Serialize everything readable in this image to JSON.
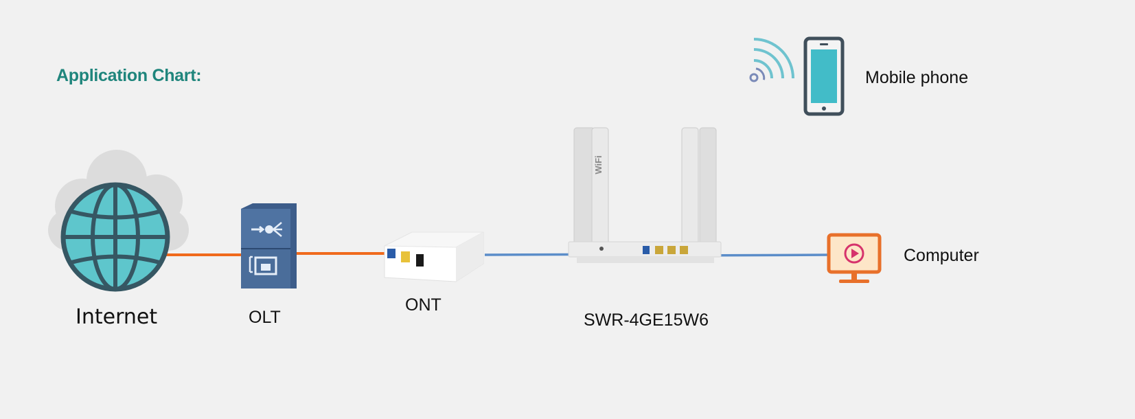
{
  "title": "Application Chart:",
  "colors": {
    "title": "#1f857c",
    "fiber_link": "#f06a1c",
    "ethernet_link": "#5b8dc9",
    "background": "#f1f1f1"
  },
  "nodes": {
    "internet": {
      "label": "Internet",
      "icon": "globe-cloud-icon"
    },
    "olt": {
      "label": "OLT",
      "icon": "olt-device-icon"
    },
    "ont": {
      "label": "ONT",
      "icon": "ont-device-icon"
    },
    "router": {
      "label": "SWR-4GE15W6",
      "icon": "wifi-router-icon",
      "antenna_text": "WiFi"
    },
    "computer": {
      "label": "Computer",
      "icon": "monitor-play-icon"
    },
    "phone": {
      "label": "Mobile phone",
      "icon": "mobile-phone-icon"
    }
  },
  "links": [
    {
      "from": "internet",
      "to": "olt",
      "type": "fiber"
    },
    {
      "from": "olt",
      "to": "ont",
      "type": "fiber"
    },
    {
      "from": "ont",
      "to": "router",
      "type": "ethernet"
    },
    {
      "from": "router",
      "to": "computer",
      "type": "ethernet"
    },
    {
      "from": "router",
      "to": "phone",
      "type": "wireless"
    }
  ]
}
